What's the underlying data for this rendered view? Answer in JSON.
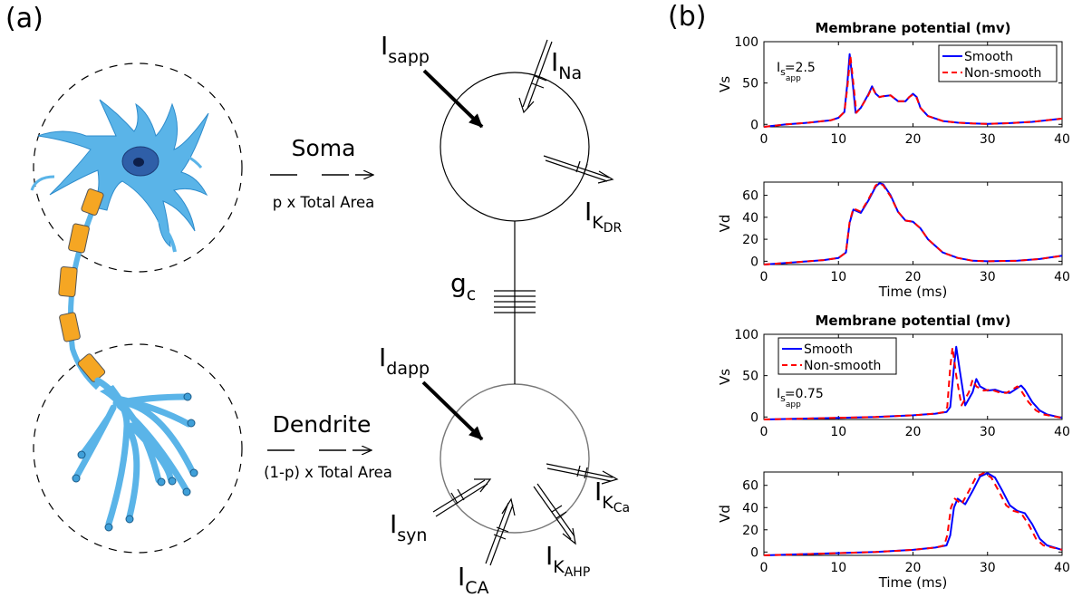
{
  "panel_a": {
    "label": "(a)",
    "soma": {
      "label": "Soma",
      "area": "p x Total Area"
    },
    "dendrite": {
      "label": "Dendrite",
      "area": "(1-p) x Total Area"
    },
    "currents": {
      "I": "I",
      "sapp": "s",
      "sapp_sub": "app",
      "na": "Na",
      "kdr": "K",
      "kdr_sub": "DR",
      "gc": "g",
      "gc_sub": "c",
      "dapp": "d",
      "dapp_sub": "app",
      "syn": "syn",
      "ca": "CA",
      "kahp": "K",
      "kahp_sub": "AHP",
      "kca": "K",
      "kca_sub": "Ca"
    }
  },
  "panel_b": {
    "label": "(b)",
    "colors": {
      "smooth": "#0000ff",
      "nonsmooth": "#ff0000"
    },
    "chart_data": [
      {
        "type": "line",
        "title": "Membrane potential (mv)",
        "ylabel": "Vs",
        "xlabel": "",
        "xlim": [
          0,
          40
        ],
        "ylim": [
          -3,
          100
        ],
        "xticks": [
          "0",
          "10",
          "20",
          "30",
          "40"
        ],
        "yticks": [
          "0",
          "50",
          "100"
        ],
        "annotation": {
          "pre": "I",
          "sub": "s",
          "subsub": "app",
          "value": "=2.5"
        },
        "legend": {
          "position": "top-right",
          "entries": [
            "Smooth",
            "Non-smooth"
          ]
        },
        "series": [
          {
            "name": "Smooth",
            "x": [
              0,
              3,
              6,
              9,
              10,
              10.8,
              11.2,
              11.5,
              11.8,
              12.3,
              13,
              14,
              14.5,
              15,
              15.5,
              16,
              17,
              18,
              19,
              19.5,
              20,
              20.5,
              21,
              22,
              24,
              26,
              28,
              30,
              33,
              36,
              40
            ],
            "y": [
              -3,
              0,
              2,
              5,
              8,
              15,
              50,
              85,
              60,
              14,
              20,
              36,
              46,
              37,
              33,
              34,
              35,
              28,
              28,
              33,
              37,
              33,
              20,
              10,
              4,
              2,
              1,
              0.5,
              1.5,
              3,
              7
            ]
          },
          {
            "name": "Non-smooth",
            "x": [
              0,
              3,
              6,
              9,
              10,
              10.8,
              11.2,
              11.6,
              11.9,
              12.4,
              13,
              14,
              14.5,
              15,
              15.5,
              16,
              17,
              18,
              19,
              19.5,
              20,
              20.5,
              21,
              22,
              24,
              26,
              28,
              30,
              33,
              36,
              40
            ],
            "y": [
              -3,
              0,
              2,
              5,
              8,
              15,
              45,
              83,
              58,
              14,
              20,
              35,
              45,
              37,
              33,
              34,
              35,
              28,
              28,
              33,
              36,
              32,
              20,
              10,
              4,
              2,
              1,
              0.5,
              1.5,
              3,
              7
            ]
          }
        ]
      },
      {
        "type": "line",
        "title": "",
        "ylabel": "Vd",
        "xlabel": "Time (ms)",
        "xlim": [
          0,
          40
        ],
        "ylim": [
          -3,
          72
        ],
        "xticks": [
          "0",
          "10",
          "20",
          "30",
          "40"
        ],
        "yticks": [
          "0",
          "20",
          "40",
          "60"
        ],
        "series": [
          {
            "name": "Smooth",
            "x": [
              0,
              4,
              8,
              10,
              11,
              11.5,
              12,
              13,
              14,
              15,
              15.5,
              16,
              17,
              18,
              19,
              20,
              21,
              22,
              24,
              26,
              28,
              30,
              34,
              37,
              40
            ],
            "y": [
              -3,
              -1,
              1,
              3,
              8,
              35,
              47,
              44,
              55,
              68,
              71,
              70,
              60,
              45,
              37,
              36,
              30,
              20,
              8,
              3,
              0.5,
              0,
              0.5,
              2,
              5
            ]
          },
          {
            "name": "Non-smooth",
            "x": [
              0,
              4,
              8,
              10,
              11,
              11.5,
              12,
              13,
              14,
              15,
              15.5,
              16,
              17,
              18,
              19,
              20,
              21,
              22,
              24,
              26,
              28,
              30,
              34,
              37,
              40
            ],
            "y": [
              -3,
              -1,
              1,
              3,
              8,
              36,
              48,
              45,
              56,
              69,
              71,
              69,
              59,
              45,
              37,
              36,
              30,
              20,
              8,
              3,
              0.5,
              0,
              0.5,
              2,
              5
            ]
          }
        ]
      },
      {
        "type": "line",
        "title": "Membrane potential (mv)",
        "ylabel": "Vs",
        "xlabel": "",
        "xlim": [
          0,
          40
        ],
        "ylim": [
          -3,
          100
        ],
        "xticks": [
          "0",
          "10",
          "20",
          "30",
          "40"
        ],
        "yticks": [
          "0",
          "50",
          "100"
        ],
        "annotation": {
          "pre": "I",
          "sub": "s",
          "subsub": "app",
          "value": "=0.75"
        },
        "legend": {
          "position": "top-left",
          "entries": [
            "Smooth",
            "Non-smooth"
          ]
        },
        "series": [
          {
            "name": "Smooth",
            "x": [
              0,
              5,
              10,
              15,
              20,
              23,
              24.5,
              25,
              25.5,
              25.8,
              26.3,
              27,
              28,
              28.5,
              29,
              30,
              31,
              32,
              33,
              34,
              34.5,
              35,
              36,
              37,
              38,
              40
            ],
            "y": [
              -3,
              -2,
              -1,
              0,
              2,
              4,
              6,
              12,
              60,
              85,
              55,
              14,
              30,
              46,
              37,
              32,
              33,
              30,
              29,
              35,
              38,
              33,
              18,
              8,
              3,
              -1
            ]
          },
          {
            "name": "Non-smooth",
            "x": [
              0,
              5,
              10,
              15,
              20,
              23,
              24.2,
              24.6,
              25,
              25.3,
              25.8,
              26.5,
              27.5,
              28,
              28.5,
              29.5,
              30.5,
              31.5,
              32.5,
              33.5,
              34,
              34.5,
              35.5,
              36.5,
              37.5,
              40
            ],
            "y": [
              -3,
              -2,
              -1,
              0,
              2,
              4,
              6,
              12,
              60,
              84,
              50,
              14,
              30,
              45,
              37,
              32,
              33,
              30,
              29,
              34,
              37,
              32,
              18,
              8,
              3,
              -1
            ]
          }
        ]
      },
      {
        "type": "line",
        "title": "",
        "ylabel": "Vd",
        "xlabel": "Time (ms)",
        "xlim": [
          0,
          40
        ],
        "ylim": [
          -3,
          72
        ],
        "xticks": [
          "0",
          "10",
          "20",
          "30",
          "40"
        ],
        "yticks": [
          "0",
          "20",
          "40",
          "60"
        ],
        "series": [
          {
            "name": "Smooth",
            "x": [
              0,
              5,
              10,
              15,
              20,
              23,
              24.5,
              25,
              25.5,
              26,
              27,
              28,
              29,
              30,
              31,
              32,
              33,
              34,
              35,
              36,
              37,
              38,
              40
            ],
            "y": [
              -3,
              -2,
              -1,
              0,
              2,
              4,
              6,
              15,
              40,
              48,
              43,
              55,
              68,
              71,
              67,
              55,
              42,
              37,
              35,
              25,
              12,
              6,
              2
            ]
          },
          {
            "name": "Non-smooth",
            "x": [
              0,
              5,
              10,
              15,
              20,
              23,
              24.2,
              24.6,
              25.1,
              25.6,
              26.5,
              27.5,
              28.5,
              29.5,
              30.5,
              31.5,
              32.5,
              33.5,
              34.5,
              35.5,
              36.5,
              37.5,
              40
            ],
            "y": [
              -3,
              -2,
              -1,
              0,
              2,
              4,
              6,
              15,
              40,
              48,
              43,
              55,
              68,
              71,
              67,
              55,
              42,
              37,
              35,
              25,
              12,
              6,
              2
            ]
          }
        ]
      }
    ]
  }
}
